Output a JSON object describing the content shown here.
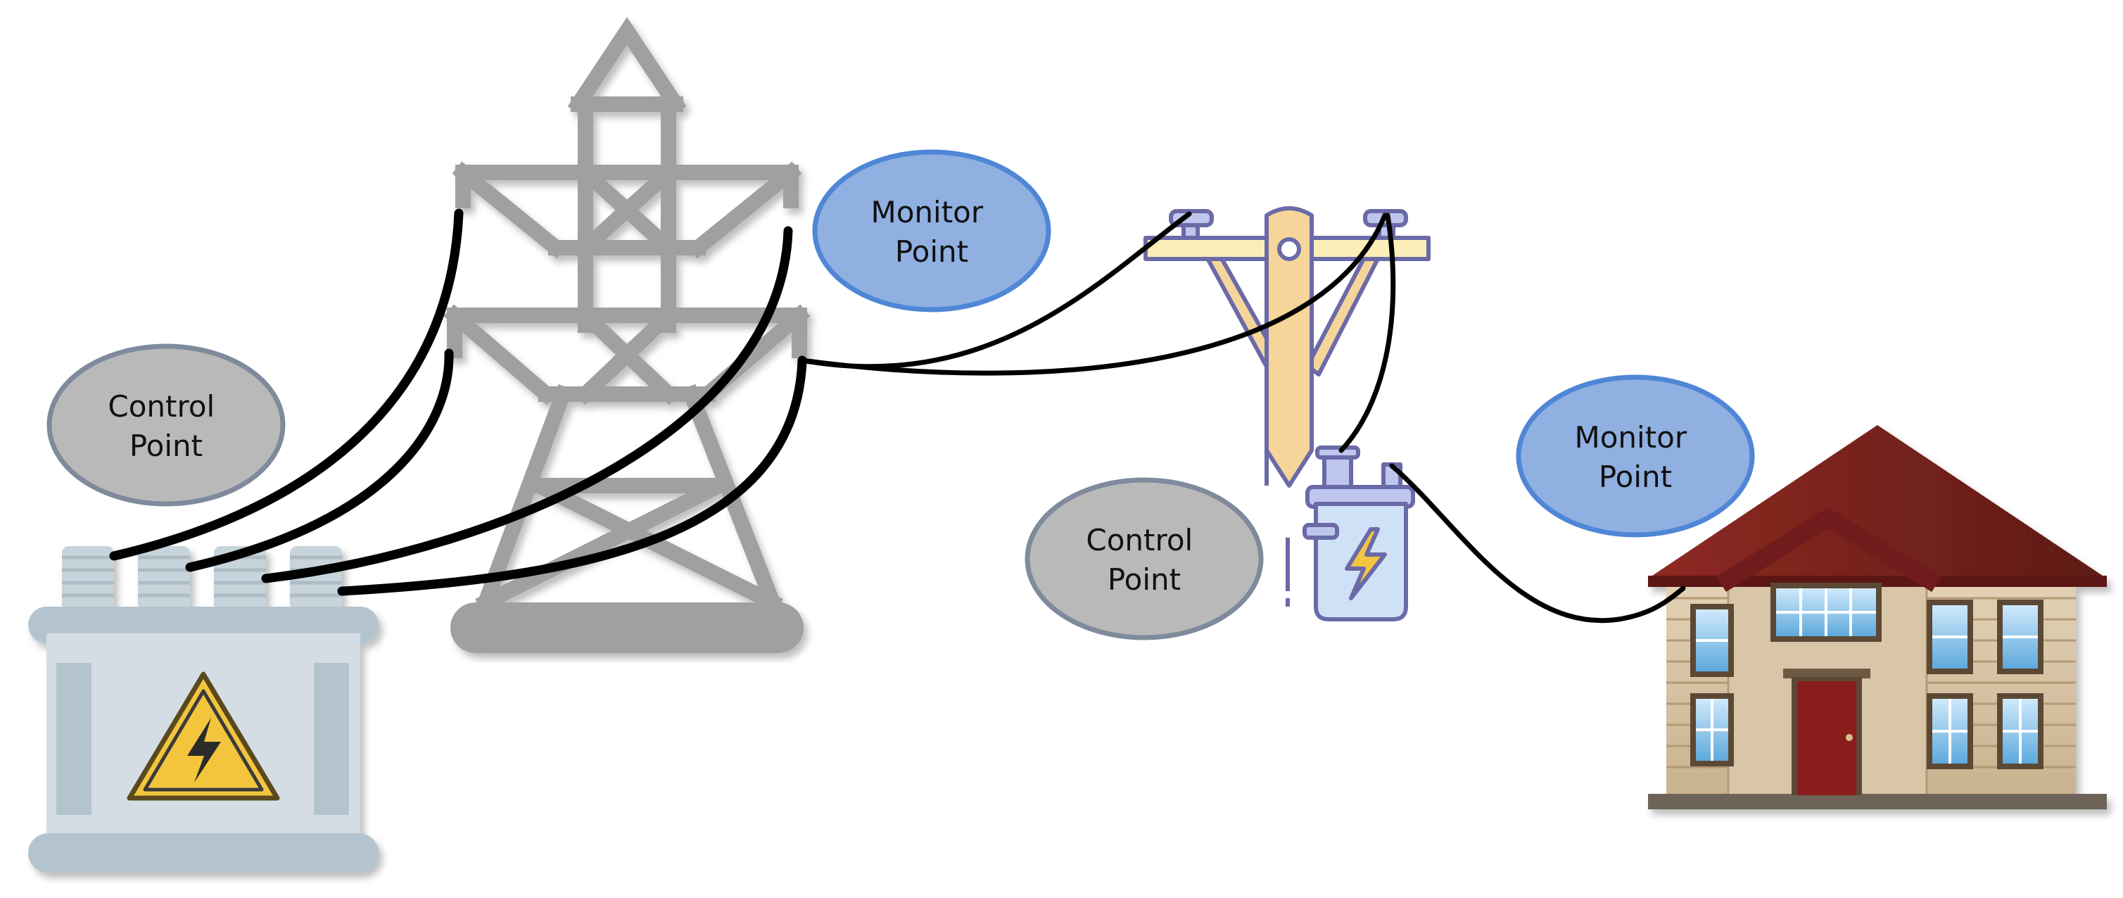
{
  "labels": {
    "control_point_substation": [
      "Control",
      "Point"
    ],
    "monitor_point_tower": [
      "Monitor",
      "Point"
    ],
    "control_point_pole": [
      "Control",
      "Point"
    ],
    "monitor_point_house": [
      "Monitor",
      "Point"
    ]
  },
  "colors": {
    "control_fill": "#b9b9b9",
    "control_stroke": "#7f8a9c",
    "monitor_fill": "#8fb0e0",
    "monitor_stroke": "#4f86d6",
    "tower_gray": "#a0a0a0",
    "wire": "#000000",
    "substation_body": "#d4dde3",
    "substation_dark": "#b4c4cf",
    "warning_yellow": "#f2c53d",
    "pole_wood": "#f6d59a",
    "pole_outline": "#6a6aa8",
    "transformer_fill": "#cfe1f7",
    "bolt_yellow": "#f5c542",
    "house_roof": "#7a231e",
    "house_wall": "#d8c4a6",
    "house_window": "#8ec6ea",
    "house_door": "#8a1d1a"
  }
}
